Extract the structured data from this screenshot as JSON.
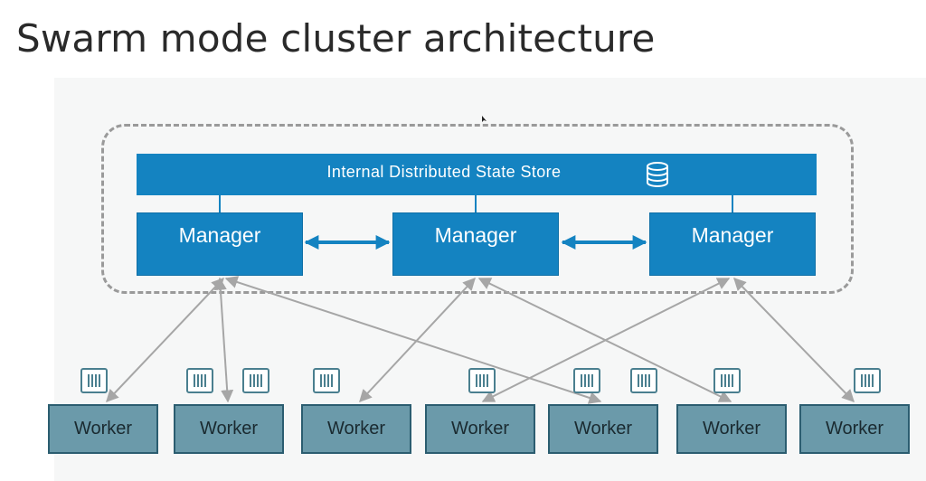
{
  "title": "Swarm mode cluster architecture",
  "state_store": {
    "label": "Internal Distributed State Store",
    "icon": "database-icon"
  },
  "managers": [
    {
      "label": "Manager"
    },
    {
      "label": "Manager"
    },
    {
      "label": "Manager"
    }
  ],
  "workers": [
    {
      "label": "Worker",
      "connects_to_manager": 1
    },
    {
      "label": "Worker",
      "connects_to_manager": 1
    },
    {
      "label": "Worker",
      "connects_to_manager": 2
    },
    {
      "label": "Worker",
      "connects_to_manager": 3
    },
    {
      "label": "Worker",
      "connects_to_manager": 1
    },
    {
      "label": "Worker",
      "connects_to_manager": 2
    },
    {
      "label": "Worker",
      "connects_to_manager": 3
    }
  ],
  "colors": {
    "manager_fill": "#1483c1",
    "worker_fill": "#6b9aaa",
    "link": "#a6a6a6",
    "manager_link": "#1483c1",
    "boundary": "#9a9a9a"
  }
}
